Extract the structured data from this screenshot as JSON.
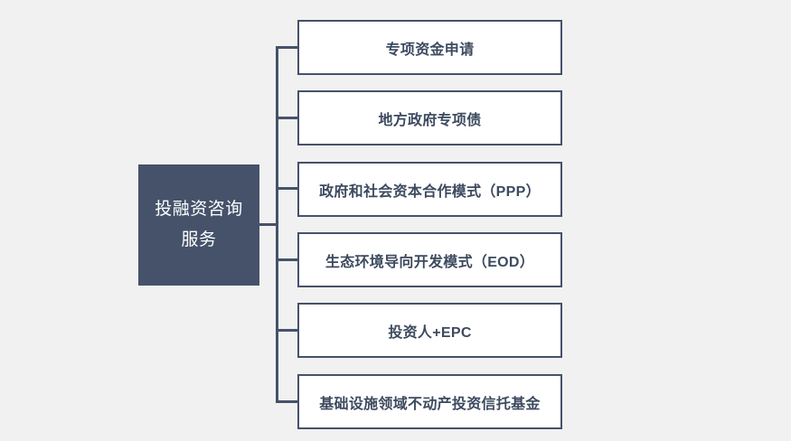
{
  "diagram": {
    "type": "tree",
    "background_color": "#f1f1f1",
    "accent_color": "#45526a",
    "text_color": "#3d4a5f",
    "root": {
      "label": "投融资咨询\n服务",
      "fill_color": "#45526a",
      "text_color": "#ffffff"
    },
    "branches": [
      {
        "label": "专项资金申请"
      },
      {
        "label": "地方政府专项债"
      },
      {
        "label": "政府和社会资本合作模式（PPP）"
      },
      {
        "label": "生态环境导向开发模式（EOD）"
      },
      {
        "label": "投资人+EPC"
      },
      {
        "label": "基础设施领域不动产投资信托基金"
      }
    ]
  }
}
